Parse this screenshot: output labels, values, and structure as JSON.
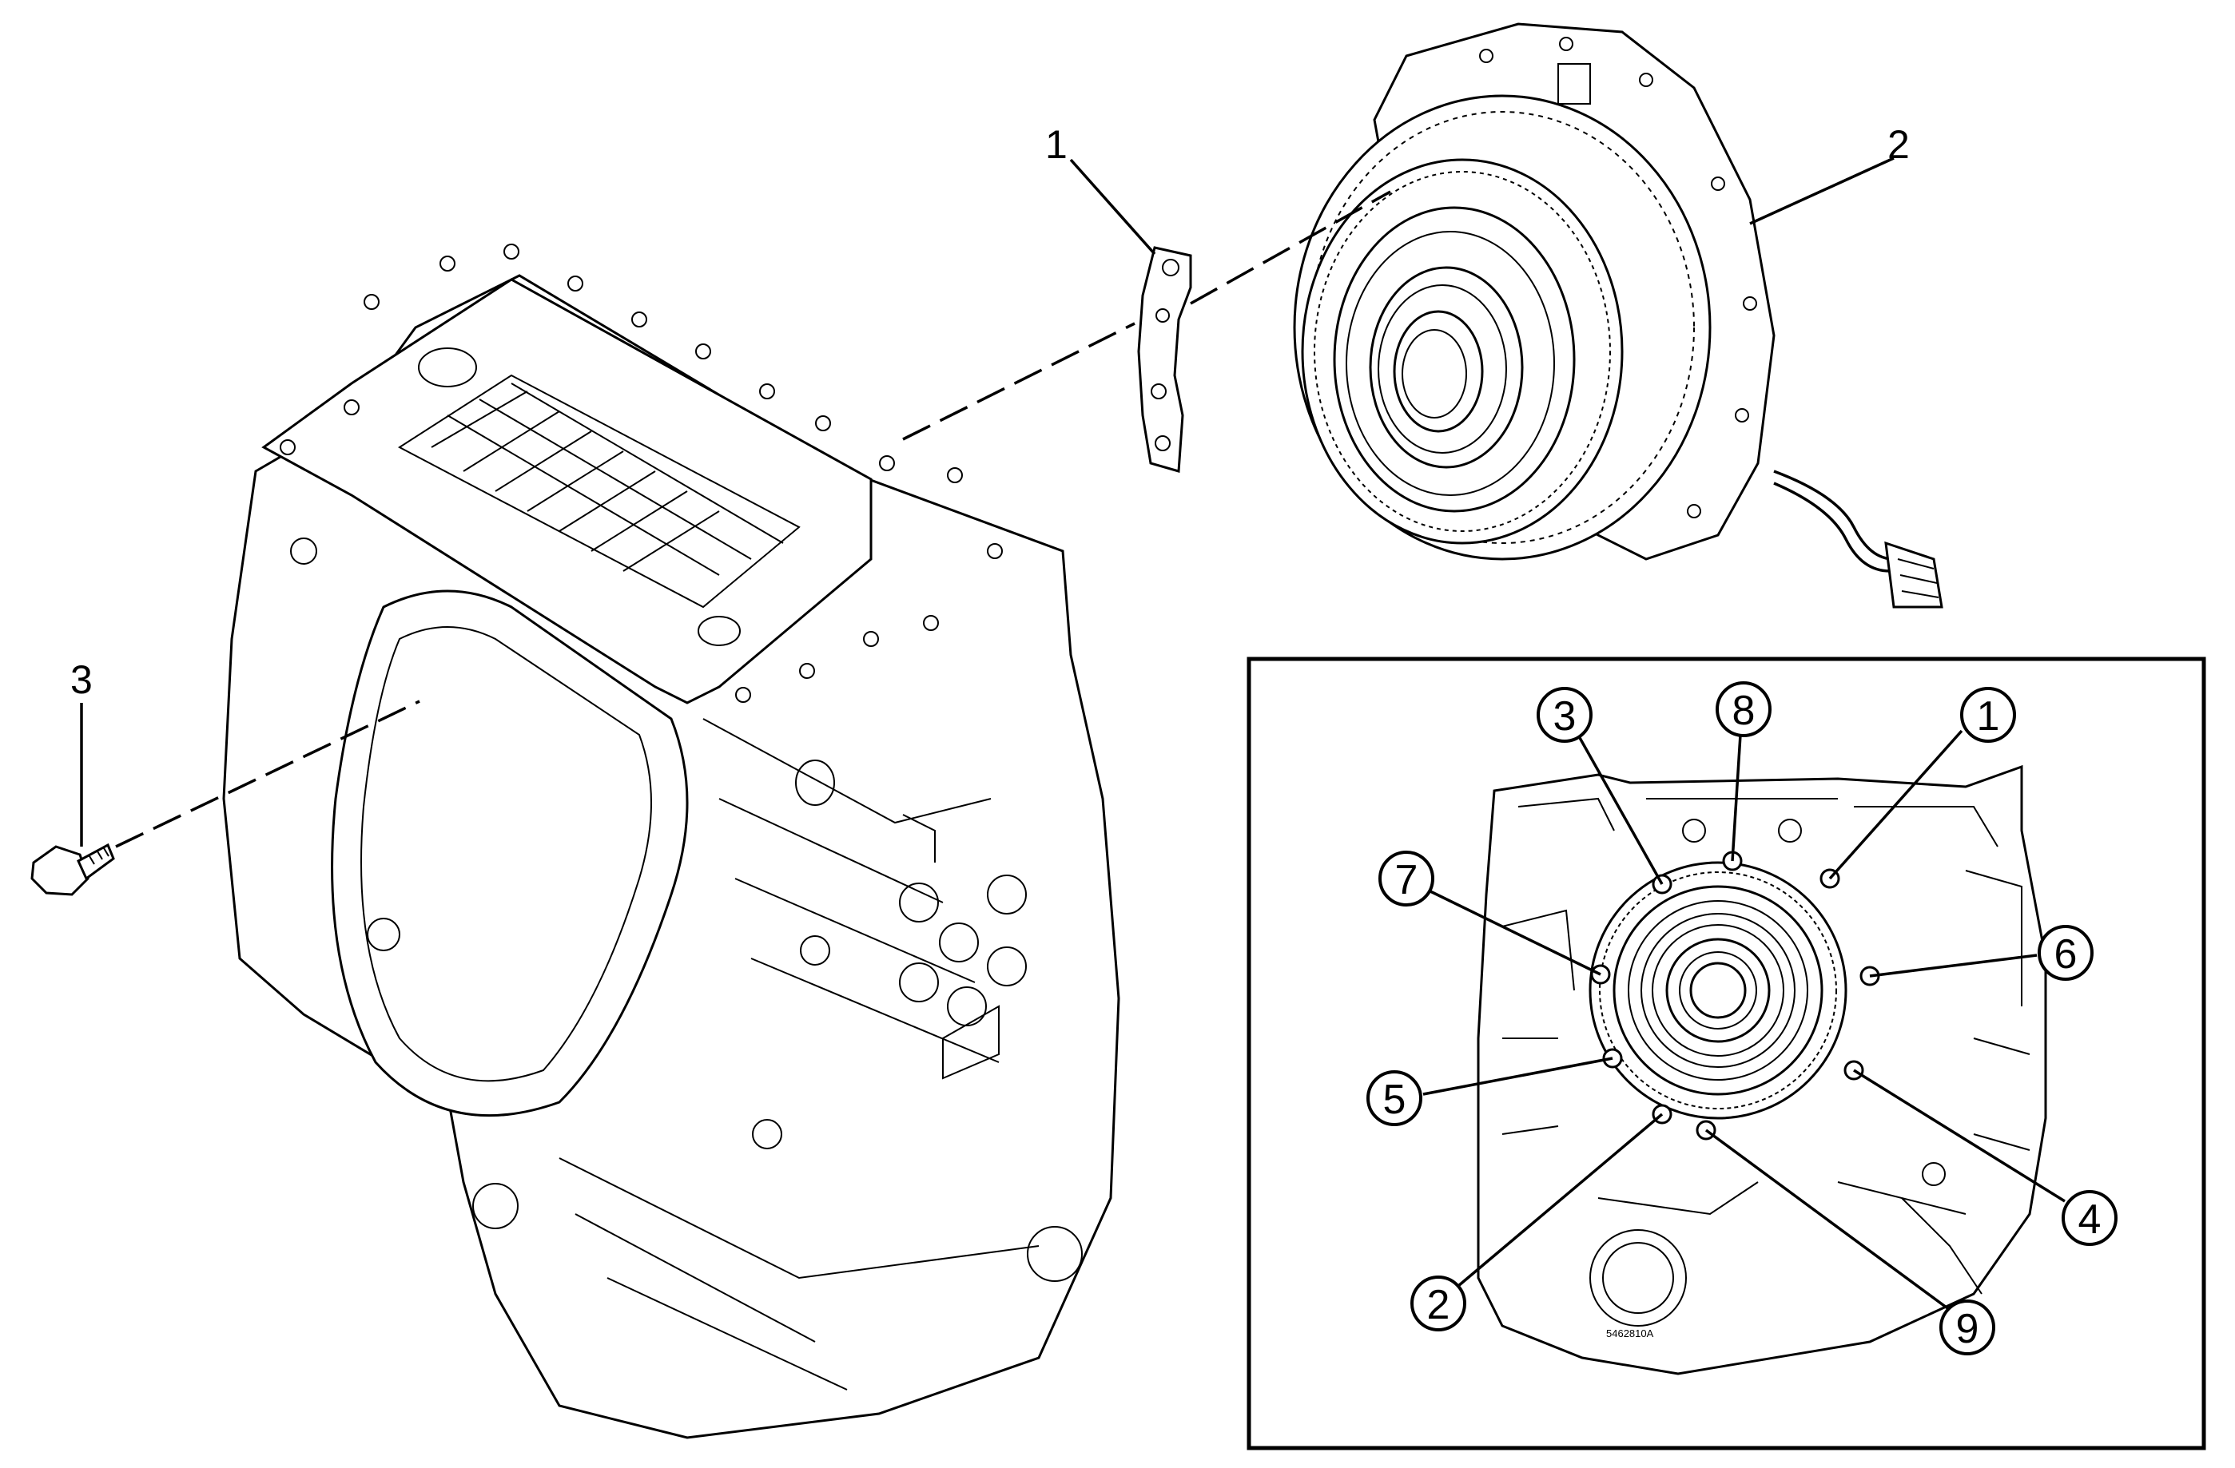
{
  "exploded_view": {
    "callouts": [
      {
        "id": "c1",
        "label": "1"
      },
      {
        "id": "c2",
        "label": "2"
      },
      {
        "id": "c3",
        "label": "3"
      }
    ]
  },
  "inset": {
    "bolt_sequence": [
      {
        "id": "s1",
        "label": "1"
      },
      {
        "id": "s2",
        "label": "2"
      },
      {
        "id": "s3",
        "label": "3"
      },
      {
        "id": "s4",
        "label": "4"
      },
      {
        "id": "s5",
        "label": "5"
      },
      {
        "id": "s6",
        "label": "6"
      },
      {
        "id": "s7",
        "label": "7"
      },
      {
        "id": "s8",
        "label": "8"
      },
      {
        "id": "s9",
        "label": "9"
      }
    ],
    "part_number": "5462810A"
  },
  "colors": {
    "ink": "#000000",
    "background": "#ffffff"
  }
}
